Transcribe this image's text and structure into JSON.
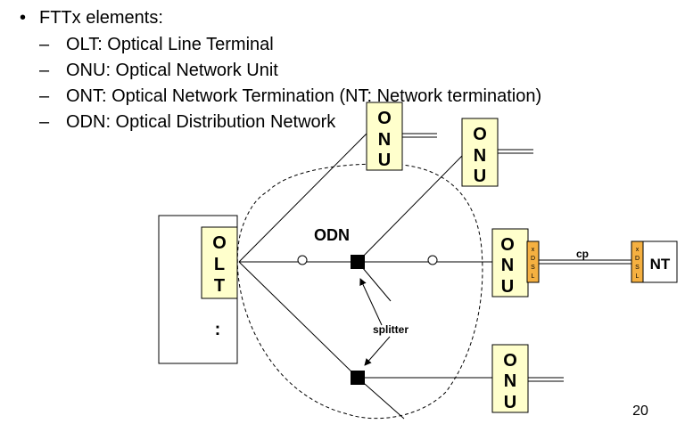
{
  "slide": {
    "bullet_glyph": "•",
    "dash_glyph": "–",
    "heading": "FTTx elements:",
    "items": [
      "OLT: Optical Line Terminal",
      "ONU: Optical Network Unit",
      "ONT: Optical Network Termination (NT: Network termination)",
      "ODN: Optical Distribution Network"
    ],
    "page_number": "20"
  },
  "diagram": {
    "olt_letters": [
      "O",
      "L",
      "T"
    ],
    "onu_letters": [
      "O",
      "N",
      "U"
    ],
    "xdsl_letters": [
      "x",
      "D",
      "S",
      "L"
    ],
    "olt_ellipsis": ":",
    "odn_label": "ODN",
    "splitter_label": "splitter",
    "cp_label": "cp",
    "nt_label": "NT",
    "colors": {
      "unit_fill": "#FFFFCC",
      "xdsl_fill": "#F5B041",
      "stroke": "#000000"
    }
  }
}
